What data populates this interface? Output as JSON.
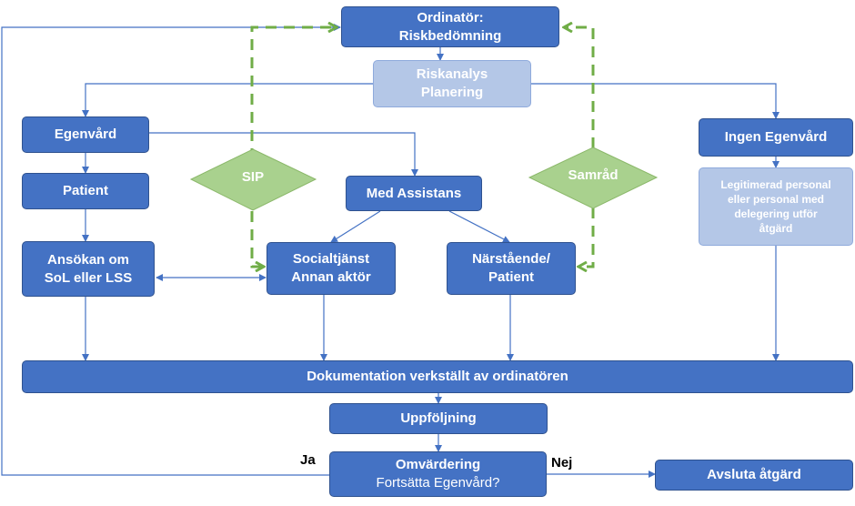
{
  "diagram": {
    "nodes": {
      "ordinator": {
        "line1": "Ordinatör:",
        "line2": "Riskbedömning"
      },
      "riskanalys": {
        "line1": "Riskanalys",
        "line2": "Planering"
      },
      "egenvard": {
        "label": "Egenvård"
      },
      "ingen_egenvard": {
        "label": "Ingen Egenvård"
      },
      "patient": {
        "label": "Patient"
      },
      "med_assistans": {
        "label": "Med Assistans"
      },
      "legitimerad": {
        "line1": "Legitimerad personal",
        "line2": "eller personal med",
        "line3": "delegering utför",
        "line4": "åtgärd"
      },
      "ansokan": {
        "line1": "Ansökan om",
        "line2": "SoL eller LSS"
      },
      "socialtjanst": {
        "line1": "Socialtjänst",
        "line2": "Annan aktör"
      },
      "narstaende": {
        "line1": "Närstående/",
        "line2": "Patient"
      },
      "dokumentation": {
        "label": "Dokumentation verkställt av ordinatören"
      },
      "uppfoljning": {
        "label": "Uppföljning"
      },
      "omvardering": {
        "line1": "Omvärdering",
        "line2": "Fortsätta Egenvård?"
      },
      "avsluta": {
        "label": "Avsluta åtgärd"
      }
    },
    "diamonds": {
      "sip": {
        "label": "SIP"
      },
      "samrad": {
        "label": "Samråd"
      }
    },
    "edge_labels": {
      "ja": "Ja",
      "nej": "Nej"
    },
    "colors": {
      "box_dark": "#4472c4",
      "box_light": "#b4c7e7",
      "diamond": "#a9d18e",
      "dashed_green": "#70ad47",
      "arrow": "#4472c4"
    }
  }
}
